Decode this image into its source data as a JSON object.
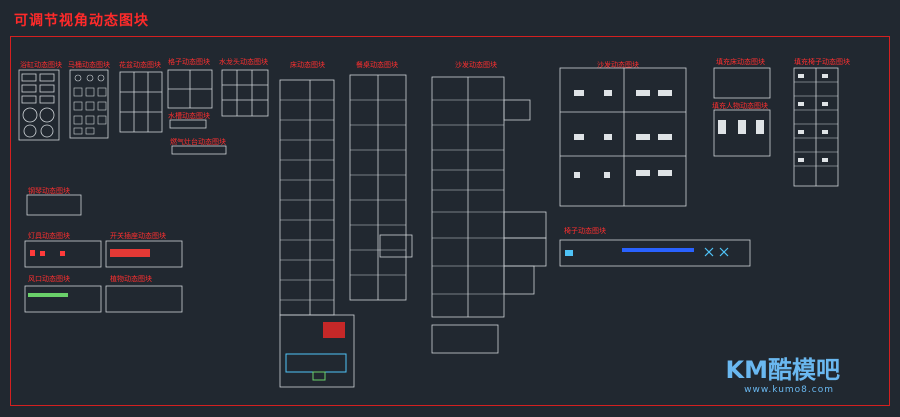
{
  "title": "可调节视角动态图块",
  "labels": {
    "bath": "浴缸动态图块",
    "toilet": "马桶动态图块",
    "flower": "花盆动态图块",
    "shelf": "格子动态图块",
    "faucet": "水龙头动态图块",
    "bed": "床动态图块",
    "dining": "餐桌动态图块",
    "sofa": "沙发动态图块",
    "sofa2": "沙发动态图块",
    "fill_bed": "填充床动态图块",
    "fill_chair": "填充椅子动态图块",
    "fill_person": "填充人物动态图块",
    "sink": "水槽动态图块",
    "gas": "燃气灶台动态图块",
    "door": "钢琴动态图块",
    "lamp": "灯具动态图块",
    "switch": "开关插座动态图块",
    "window": "风口动态图块",
    "plant": "植物动态图块",
    "chair": "椅子动态图块"
  },
  "watermark": {
    "logo": "KM酷模吧",
    "url": "www.kumo8.com"
  }
}
